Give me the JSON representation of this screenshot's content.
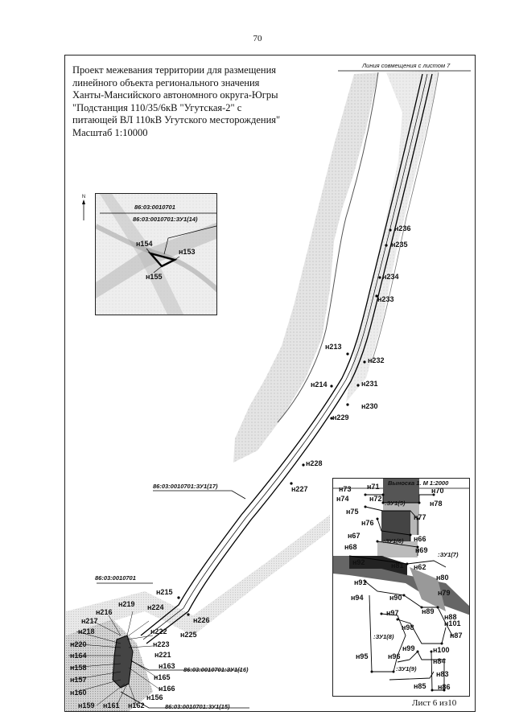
{
  "page_number": "70",
  "title_lines": [
    "Проект межевания территории для размещения",
    "линейного объекта регионального значения",
    "Ханты-Мансийского автономного округа-Югры",
    "\"Подстанция 110/35/6кВ \"Угутская-2\" с",
    "питающей ВЛ 110кВ Угутского месторождения\"",
    "Масштаб 1:10000"
  ],
  "offset_line_label": "Линия совмещения с листом 7",
  "sheet_label": "Лист 6 из10",
  "north_label": "N",
  "inset": {
    "block_label": "86:03:0010701",
    "parcel_label": "86:03:0010701:ЗУ1(14)",
    "points": [
      "н154",
      "н153",
      "н155"
    ]
  },
  "callout": {
    "title": "Выноска 1. М 1:2000",
    "points": [
      "н73",
      "н71",
      "н70",
      "н74",
      "н72",
      "н78",
      "н75",
      "н76",
      "н77",
      "н67",
      "н66",
      "н68",
      "н69",
      "н92",
      "н81",
      "н62",
      "н91",
      "н80",
      "н94",
      "н90",
      "н79",
      "н97",
      "н89",
      "н88",
      "н98",
      "н101",
      "н87",
      "н99",
      "н100",
      "н95",
      "н96",
      "н84",
      "н83",
      "н85",
      "н86"
    ],
    "parcels": [
      ":ЗУ1(5)",
      ":ЗУ1(6)",
      ":ЗУ1(7)",
      ":ЗУ1(8)",
      ":ЗУ1(9)"
    ]
  },
  "map": {
    "points": [
      "н236",
      "н235",
      "н234",
      "н233",
      "н213",
      "н232",
      "н214",
      "н231",
      "н230",
      "н229",
      "н228",
      "н227",
      "н215",
      "н219",
      "н224",
      "н216",
      "н217",
      "н218",
      "н222",
      "н226",
      "н225",
      "н223",
      "н220",
      "н221",
      "н164",
      "н163",
      "н158",
      "н165",
      "н157",
      "н166",
      "н160",
      "н156",
      "н159",
      "н161",
      "н162"
    ],
    "parcel_labels": [
      "86:03:0010701:ЗУ1(17)",
      "86:03:0010701",
      "86:03:0010701:ЗУ1(16)",
      "86:03:0010701:ЗУ1(15)"
    ]
  }
}
